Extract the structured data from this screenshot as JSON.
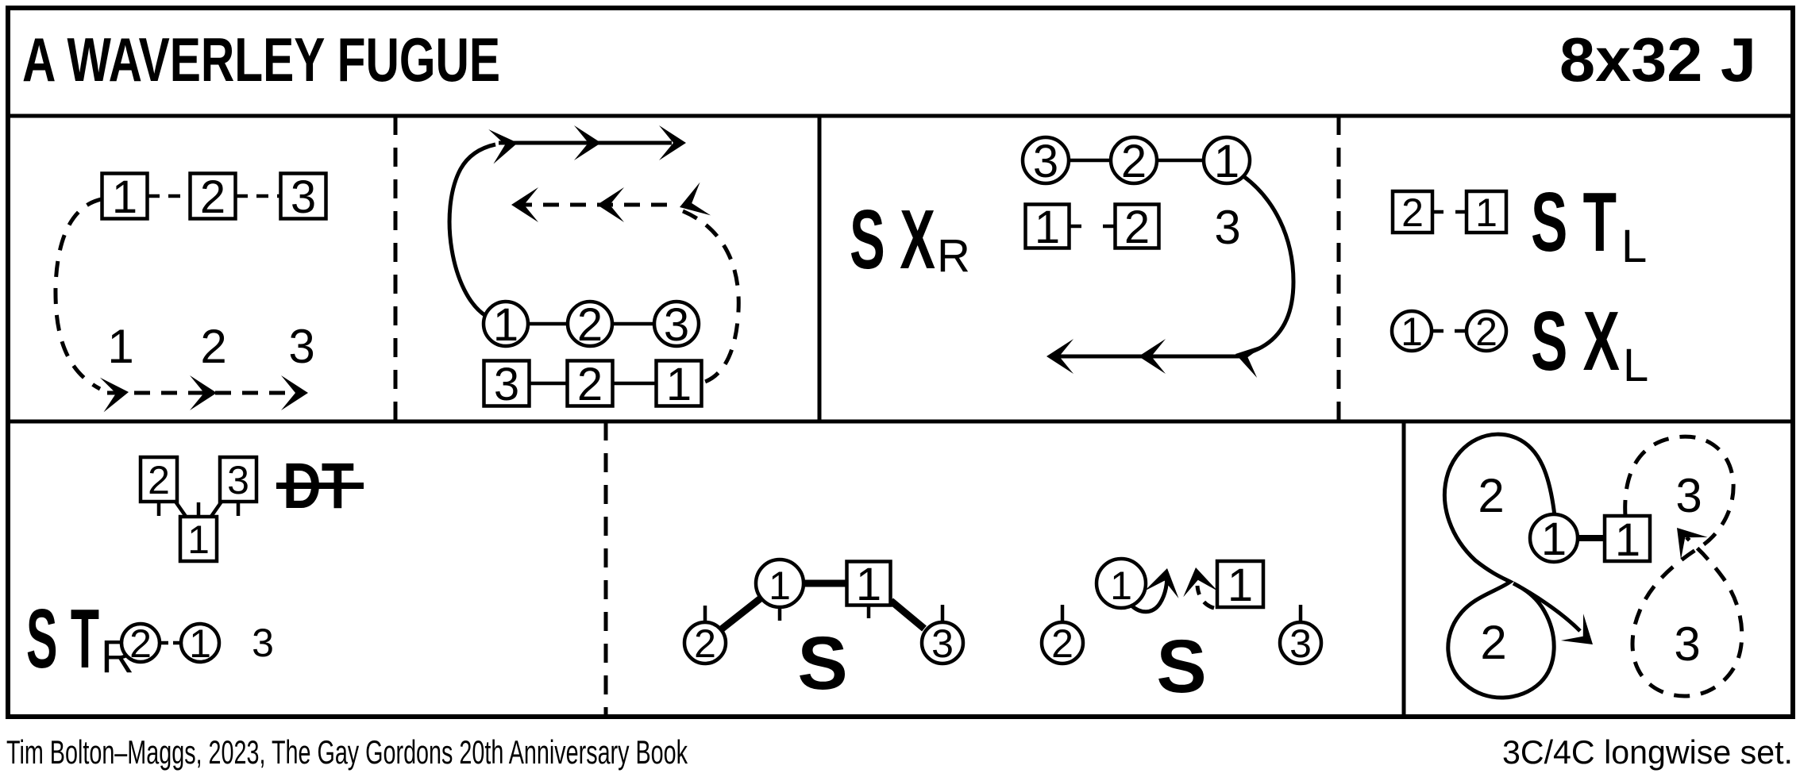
{
  "header": {
    "title": "A WAVERLEY FUGUE",
    "signature": "8x32 J"
  },
  "footer": {
    "credit": "Tim Bolton–Maggs, 2023, The Gay Gordons 20th Anniversary Book",
    "set_type": "3C/4C longwise set."
  },
  "colors": {
    "ink": "#000000",
    "paper": "#ffffff"
  },
  "panels": {
    "p1": {
      "squares": [
        "1",
        "2",
        "3"
      ],
      "numbers": [
        "1",
        "2",
        "3"
      ]
    },
    "p2": {
      "circles": [
        "1",
        "2",
        "3"
      ],
      "squares": [
        "3",
        "2",
        "1"
      ]
    },
    "p3": {
      "label": "S X",
      "sub": "R",
      "circles": [
        "3",
        "2",
        "1"
      ],
      "squares": [
        "1",
        "2"
      ],
      "number": "3"
    },
    "p4": {
      "top": {
        "squares": [
          "2",
          "1"
        ],
        "label": "S T",
        "sub": "L"
      },
      "bottom": {
        "circles": [
          "1",
          "2"
        ],
        "label": "S X",
        "sub": "L"
      }
    },
    "p5": {
      "squares": [
        "2",
        "3",
        "1"
      ],
      "crossed_label": "DT",
      "label": "S T",
      "sub": "R",
      "circles": [
        "2",
        "1"
      ],
      "number": "3"
    },
    "p6": {
      "left": {
        "circles": [
          "2",
          "1",
          "3"
        ],
        "square": "1",
        "label": "S"
      },
      "right": {
        "circles": [
          "2",
          "1",
          "3"
        ],
        "square": "1",
        "label": "S"
      }
    },
    "p7": {
      "solid_loop_labels": [
        "2",
        "2"
      ],
      "dashed_loop_labels": [
        "3",
        "3"
      ],
      "circle": "1",
      "square": "1"
    }
  }
}
